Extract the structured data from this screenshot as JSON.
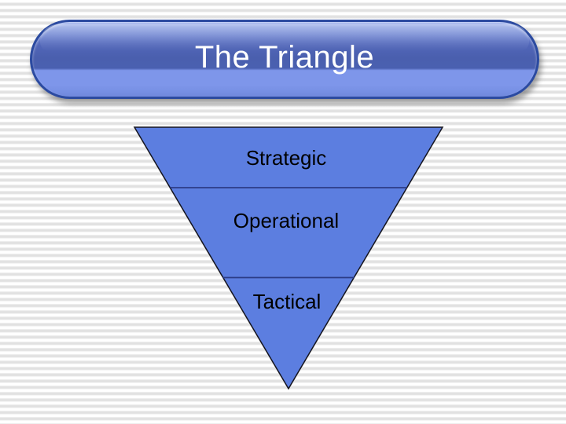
{
  "slide": {
    "title": "The Triangle",
    "pyramid": {
      "levels": [
        {
          "label": "Strategic"
        },
        {
          "label": "Operational"
        },
        {
          "label": "Tactical"
        }
      ]
    },
    "colors": {
      "banner_border": "#2b4aa0",
      "banner_gradient_top": "#7790dd",
      "banner_gradient_mid": "#4a60b0",
      "banner_gradient_bottom": "#7e96ea",
      "title_text": "#ffffff",
      "triangle_fill": "#5c7ee0",
      "triangle_outline": "#14141e",
      "divider_line": "#2c3c86",
      "label_text": "#000000",
      "background_stripe": "#e1e1e1"
    }
  }
}
